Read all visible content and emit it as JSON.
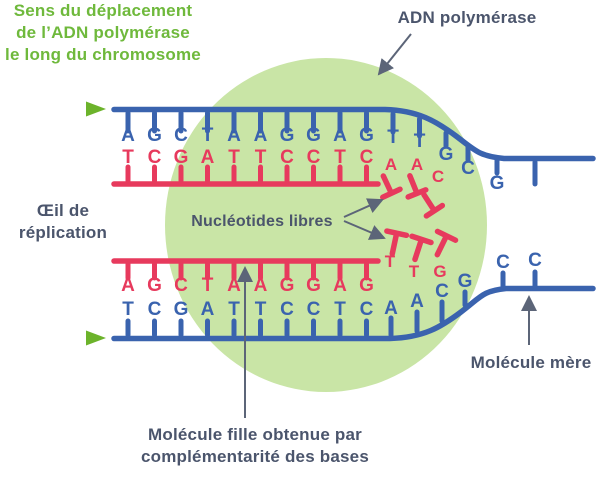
{
  "title": "Schéma de la réplication de l'ADN",
  "labels": {
    "direction_line1": "Sens du déplacement",
    "direction_line2": "de l’ADN polymérase",
    "direction_line3": "le long du chromosome",
    "polymerase": "ADN polymérase",
    "eye_line1": "Œil de",
    "eye_line2": "réplication",
    "free_nucleotides": "Nucléotides libres",
    "mother": "Molécule mère",
    "daughter_line1": "Molécule fille obtenue par",
    "daughter_line2": "complémentarité des bases"
  },
  "sequences": {
    "top_template_flat": [
      "A",
      "G",
      "C",
      "T",
      "A",
      "A",
      "G",
      "G",
      "A",
      "G",
      "T",
      "T"
    ],
    "top_template_curve": [
      "G",
      "C",
      "G"
    ],
    "top_daughter": [
      "T",
      "C",
      "G",
      "A",
      "T",
      "T",
      "C",
      "C",
      "T",
      "C"
    ],
    "top_free": [
      "A",
      "A",
      "C"
    ],
    "bottom_daughter": [
      "A",
      "G",
      "C",
      "T",
      "A",
      "A",
      "G",
      "G",
      "A",
      "G"
    ],
    "bottom_template_flat": [
      "T",
      "C",
      "G",
      "A",
      "T",
      "T",
      "C",
      "C",
      "T",
      "C"
    ],
    "bottom_template_curve": [
      "A",
      "A",
      "C",
      "G"
    ],
    "bottom_template_top": [
      "C",
      "C"
    ],
    "bottom_free": [
      "T",
      "T",
      "G"
    ]
  },
  "colors": {
    "bubble": "#c9e5a6",
    "strand_blue": "#3a63ae",
    "strand_red": "#e73a5d",
    "label_slate": "#4b556c",
    "pointer_slate": "#5c6578",
    "text_green": "#6fb93c",
    "arrow_green": "#6cb32b",
    "arrow_green_light": "#a9d96e"
  }
}
